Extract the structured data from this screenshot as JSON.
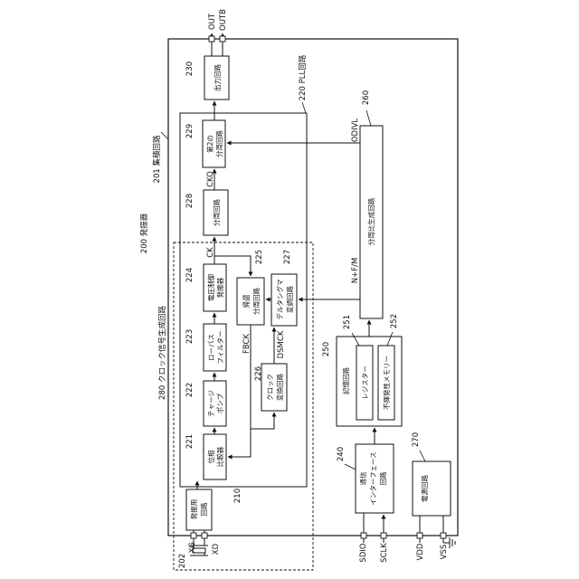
{
  "labels": {
    "ic": "201 集積回路",
    "oscillator": "200 発振器",
    "pll": "220 PLL回路",
    "clockgen": "280 クロック信号生成回路"
  },
  "blocks": {
    "b230": {
      "num": "230",
      "text": "出力回路"
    },
    "b229": {
      "num": "229",
      "line1": "第2の",
      "line2": "分周回路"
    },
    "b228": {
      "num": "228",
      "text": "分周回路"
    },
    "b224": {
      "num": "224",
      "line1": "電圧制御",
      "line2": "発振器"
    },
    "b223": {
      "num": "223",
      "line1": "ローパス",
      "line2": "フィルター"
    },
    "b222": {
      "num": "222",
      "line1": "チャージ",
      "line2": "ポンプ"
    },
    "b221": {
      "num": "221",
      "line1": "位相",
      "line2": "比較器"
    },
    "b225": {
      "num": "225",
      "line1": "帰還",
      "line2": "分周回路"
    },
    "b227": {
      "num": "227",
      "line1": "デルタシグマ",
      "line2": "変調回路"
    },
    "b226": {
      "num": "226",
      "line1": "クロック",
      "line2": "変換回路"
    },
    "b210": {
      "num": "210",
      "line1": "発振用",
      "line2": "回路"
    },
    "b260": {
      "num": "260",
      "text": "分周比生成回路"
    },
    "b250": {
      "num": "250",
      "text": "記憶回路"
    },
    "b251": {
      "num": "251",
      "text": "レジスター"
    },
    "b252": {
      "num": "252",
      "text": "不揮発性メモリー"
    },
    "b240": {
      "num": "240",
      "line1": "通信",
      "line2": "インターフェース",
      "line3": "回路"
    },
    "b270": {
      "num": "270",
      "text": "電源回路"
    }
  },
  "signals": {
    "out": "OUT",
    "outb": "OUTB",
    "odivl": "ODIVL",
    "cko": "CKO",
    "ck": "CK",
    "nfm": "N+F/M",
    "fbck": "FBCK",
    "dsmck": "DSMCK",
    "xg": "XG",
    "xd": "XD",
    "sdio": "SDIO",
    "sclk": "SCLK",
    "vdd": "VDD",
    "vss": "VSS",
    "ref202": "202"
  }
}
